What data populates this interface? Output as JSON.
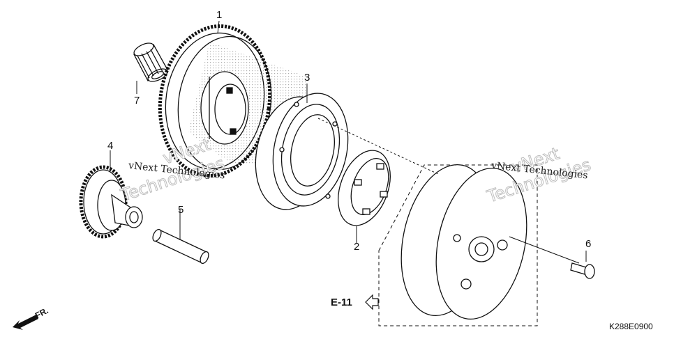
{
  "diagram": {
    "parts": [
      {
        "number": "1"
      },
      {
        "number": "2"
      },
      {
        "number": "3"
      },
      {
        "number": "4"
      },
      {
        "number": "5"
      },
      {
        "number": "6"
      },
      {
        "number": "7"
      }
    ],
    "reference": "E-11",
    "direction_label": "FR.",
    "drawing_code": "K288E0900"
  },
  "watermark": {
    "text": "vNext Technologies",
    "line1": "vNext",
    "line2": "Technologies"
  }
}
